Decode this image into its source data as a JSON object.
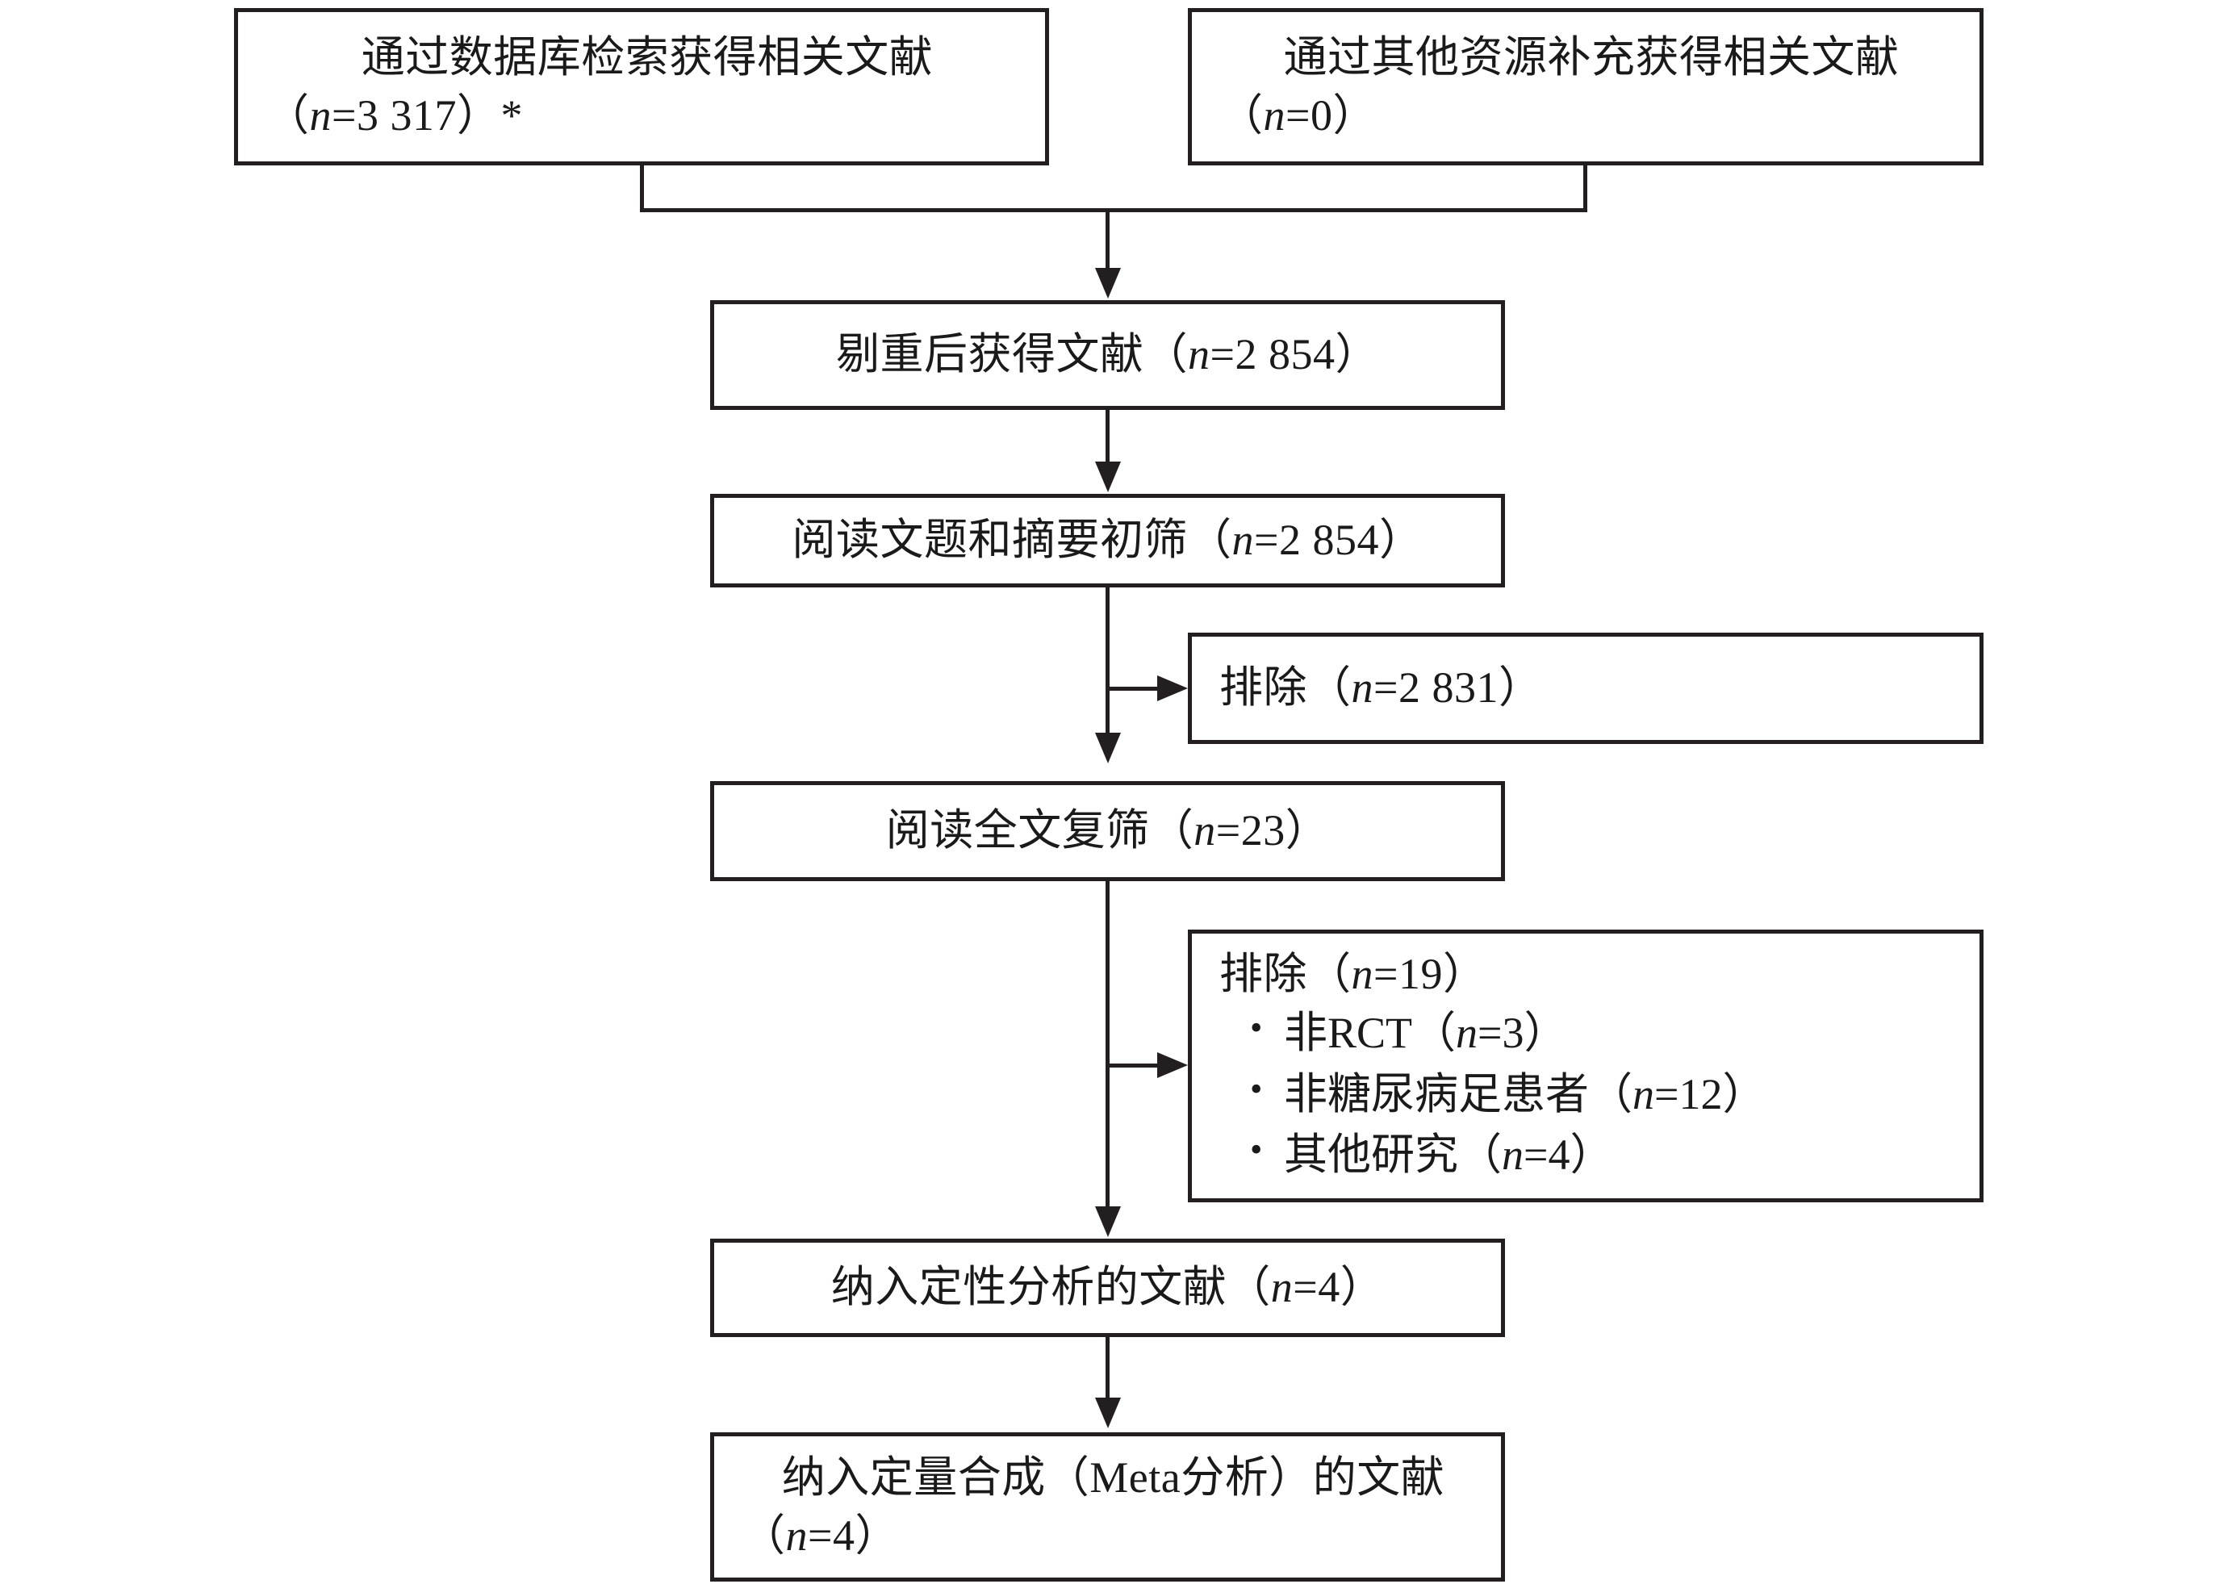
{
  "figure": {
    "kind": "prisma-flow-diagram",
    "language": "zh-CN",
    "line_color": "#231f20",
    "background_color": "#ffffff"
  },
  "nodes": {
    "db_search": {
      "line1": "通过数据库检索获得相关文献",
      "line2_pre": "（",
      "line2_n": "n",
      "line2_post": "=3 317）*"
    },
    "other_sources": {
      "line1": "通过其他资源补充获得相关文献",
      "line2_pre": "（",
      "line2_n": "n",
      "line2_post": "=0）"
    },
    "dedup": {
      "pre": "剔重后获得文献（",
      "n": "n",
      "post": "=2 854）"
    },
    "title_abstract_screen": {
      "pre": "阅读文题和摘要初筛（",
      "n": "n",
      "post": "=2 854）"
    },
    "exclude_screen": {
      "pre": "排除（",
      "n": "n",
      "post": "=2 831）"
    },
    "fulltext_screen": {
      "pre": "阅读全文复筛（",
      "n": "n",
      "post": "=23）"
    },
    "exclude_fulltext": {
      "header_pre": "排除（",
      "header_n": "n",
      "header_post": "=19）",
      "reasons": [
        {
          "pre": "非RCT（",
          "n": "n",
          "post": "=3）"
        },
        {
          "pre": "非糖尿病足患者（",
          "n": "n",
          "post": "=12）"
        },
        {
          "pre": "其他研究（",
          "n": "n",
          "post": "=4）"
        }
      ]
    },
    "qualitative": {
      "pre": "纳入定性分析的文献（",
      "n": "n",
      "post": "=4）"
    },
    "quantitative": {
      "line1": "纳入定量合成（Meta分析）的文献",
      "line2_pre": "（",
      "line2_n": "n",
      "line2_post": "=4）"
    }
  }
}
